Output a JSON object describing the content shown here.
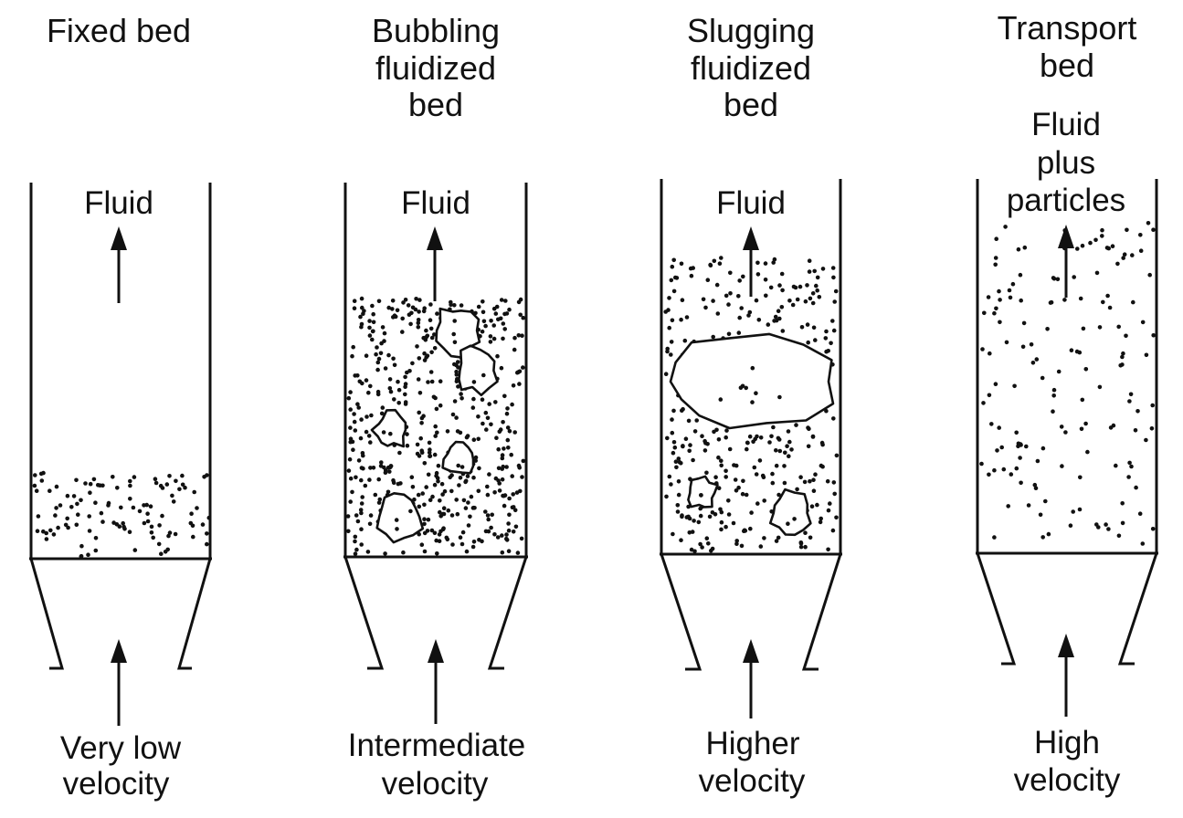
{
  "columns": [
    {
      "title": [
        "Fixed bed"
      ],
      "top_label": [
        "Fluid"
      ],
      "velocity": [
        "Very low",
        "velocity"
      ]
    },
    {
      "title": [
        "Bubbling",
        "fluidized",
        "bed"
      ],
      "top_label": [
        "Fluid"
      ],
      "velocity": [
        "Intermediate",
        "velocity"
      ]
    },
    {
      "title": [
        "Slugging",
        "fluidized",
        "bed"
      ],
      "top_label": [
        "Fluid"
      ],
      "velocity": [
        "Higher",
        "velocity"
      ]
    },
    {
      "title": [
        "Transport",
        "bed"
      ],
      "top_label": [
        "Fluid",
        "plus",
        "particles"
      ],
      "velocity": [
        "High",
        "velocity"
      ]
    }
  ]
}
